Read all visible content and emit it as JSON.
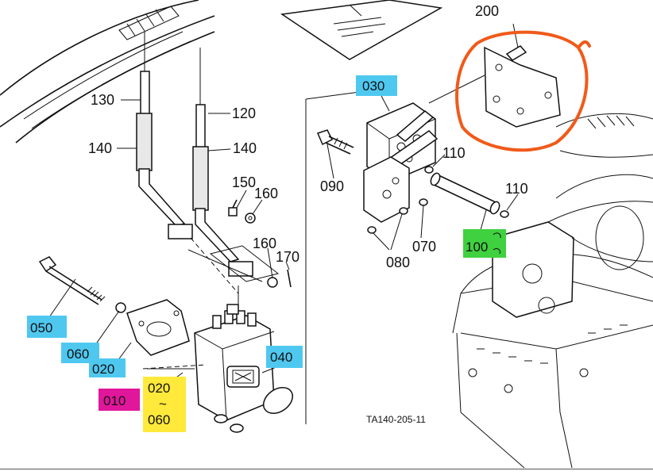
{
  "diagram": {
    "part_labels": {
      "p200": "200",
      "p130": "130",
      "p120": "120",
      "p140a": "140",
      "p140b": "140",
      "p150": "150",
      "p160a": "160",
      "p160b": "160",
      "p170": "170",
      "p090": "090",
      "p110a": "110",
      "p110b": "110",
      "p070": "070",
      "p080": "080"
    },
    "highlighted_labels": {
      "h030": "030",
      "h100": "100",
      "h050": "050",
      "h060": "060",
      "h020a": "020",
      "h040": "040",
      "h010": "010",
      "h020b": "020",
      "tilde": "~",
      "h060b": "060"
    },
    "drawing_code": "TA140-205-11",
    "colors": {
      "cyan": "#4fc8f0",
      "green": "#3fd13f",
      "magenta": "#e0169b",
      "yellow": "#ffe93b",
      "circle": "#f05a1a"
    }
  }
}
